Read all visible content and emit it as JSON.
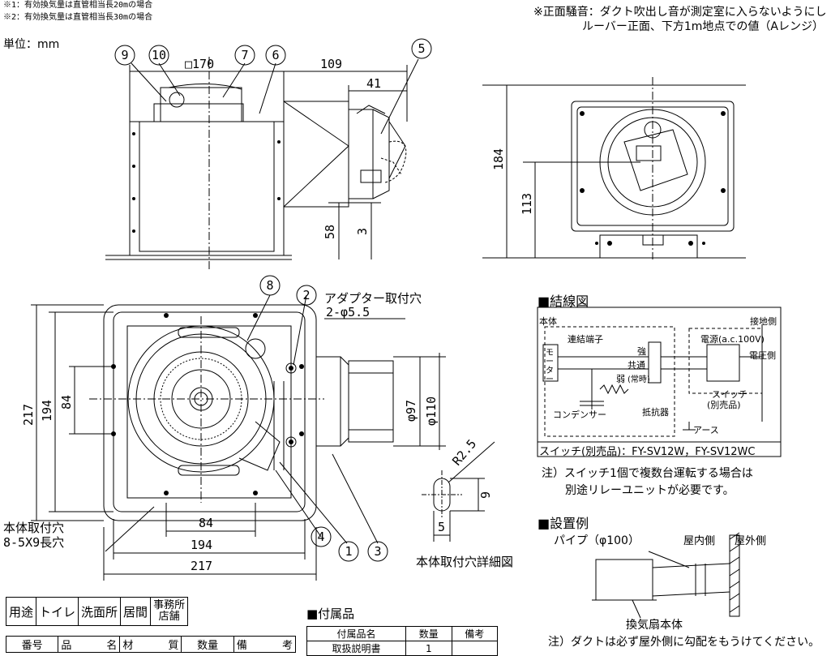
{
  "notes": {
    "note1": "※1：有効換気量は直管相当長20mの場合",
    "note2": "※2：有効換気量は直管相当長30mの場合",
    "unit": "単位：mm",
    "front_noise_1": "※正面騒音：ダクト吹出し音が測定室に入らないようにし",
    "front_noise_2": "ルーバー正面、下方1m地点での値（Aレンジ）"
  },
  "side_view": {
    "dim_width": "109",
    "dim_inner": "41",
    "dim_square": "□170",
    "dim_58": "58",
    "dim_3": "3",
    "balloons": [
      "9",
      "10",
      "7",
      "6",
      "5"
    ]
  },
  "right_view": {
    "dim_184": "184",
    "dim_113": "113"
  },
  "bottom_view": {
    "dim_217_v": "217",
    "dim_194_v": "194",
    "dim_84_v": "84",
    "dim_84_h": "84",
    "dim_194_h": "194",
    "dim_217_h": "217",
    "dim_97": "φ97",
    "dim_110": "φ110",
    "adapter_1": "アダプター取付穴",
    "adapter_2": "2-φ5.5",
    "mount_1": "本体取付穴",
    "mount_2": "8-5X9長穴",
    "balloons": [
      "8",
      "2",
      "4",
      "1",
      "3"
    ]
  },
  "slot_detail": {
    "radius": "R2.5",
    "dim_9": "9",
    "dim_5": "5",
    "caption": "本体取付穴詳細図"
  },
  "wiring": {
    "heading": "■結線図",
    "body": "本体",
    "ground_side": "接地側",
    "terminal": "連結端子",
    "motor": "モーター",
    "strong": "強",
    "common": "共通",
    "weak": "弱",
    "always": "(常時)",
    "power": "電源(a.c.100V)",
    "voltage_side": "電圧側",
    "switch_1": "スイッチ",
    "switch_2": "(別売品)",
    "resistor": "抵抗器",
    "capacitor": "コンデンサー",
    "earth": "アース",
    "switch_models": "スイッチ(別売品)：FY-SV12W，FY-SV12WC",
    "note_1": "注）スイッチ1個で複数台運転する場合は",
    "note_2": "別途リレーユニットが必要です。"
  },
  "install": {
    "heading": "■設置例",
    "pipe": "パイプ（φ100）",
    "indoor": "屋内側",
    "outdoor": "屋外側",
    "fan_body": "換気扇本体",
    "duct_note": "注）ダクトは必ず屋外側に勾配をもうけてください。"
  },
  "use_table": [
    "用途",
    "トイレ",
    "洗面所",
    "居間",
    "事務所\n店舗"
  ],
  "parts_table": [
    "番号",
    "品",
    "名",
    "材",
    "質",
    "数量",
    "備",
    "考"
  ],
  "accessory": {
    "heading": "■付属品",
    "headers": [
      "付属品名",
      "数量",
      "備考"
    ],
    "row1": [
      "取扱説明書",
      "1",
      ""
    ]
  }
}
